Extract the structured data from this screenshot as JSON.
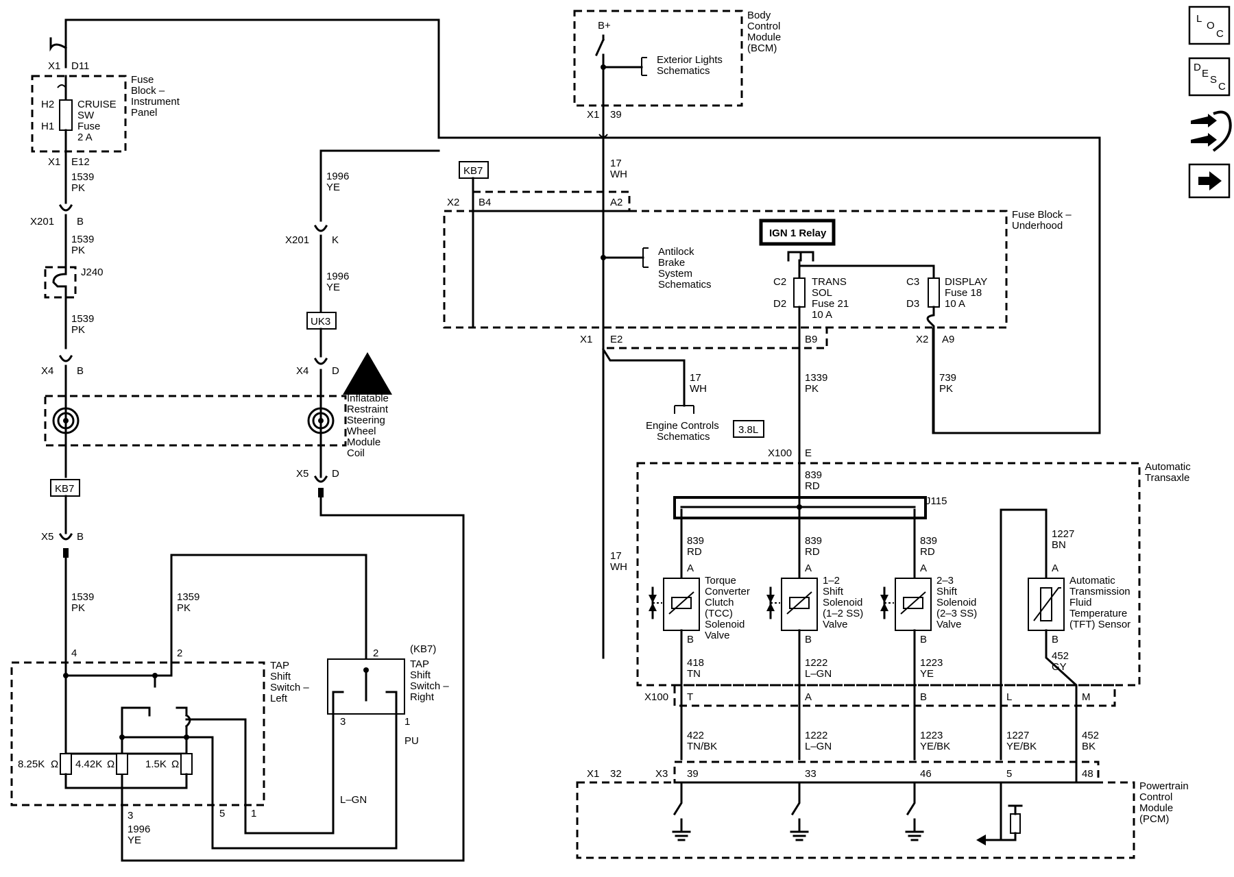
{
  "nav": {
    "loc_icon": "loc-icon",
    "desc_icon": "desc-icon",
    "diag_icon": "diagnostic-tools-icon",
    "next_icon": "arrow-right-icon",
    "loc": [
      "L",
      "O",
      "C"
    ],
    "desc": [
      "D",
      "E",
      "S",
      "C"
    ]
  },
  "modules": {
    "fuse_ip": [
      "Fuse",
      "Block –",
      "Instrument",
      "Panel"
    ],
    "bcm": [
      "Body",
      "Control",
      "Module",
      "(BCM)"
    ],
    "fuse_uh": [
      "Fuse Block –",
      "Underhood"
    ],
    "coil": [
      "Inflatable",
      "Restraint",
      "Steering",
      "Wheel",
      "Module",
      "Coil"
    ],
    "transaxle": [
      "Automatic",
      "Transaxle"
    ],
    "pcm": [
      "Powertrain",
      "Control",
      "Module",
      "(PCM)"
    ],
    "tap_left": [
      "TAP",
      "Shift",
      "Switch –",
      "Left"
    ],
    "tap_right": [
      "(KB7)",
      "TAP",
      "Shift",
      "Switch –",
      "Right"
    ]
  },
  "refs": {
    "exterior": [
      "Exterior Lights",
      "Schematics"
    ],
    "abs": [
      "Antilock",
      "Brake",
      "System",
      "Schematics"
    ],
    "engine": [
      "Engine Controls",
      "Schematics"
    ]
  },
  "options": {
    "kb7": "KB7",
    "uk3": "UK3",
    "l38": "3.8L"
  },
  "fuses": {
    "cruise": [
      "CRUISE",
      "SW",
      "Fuse",
      "2 A"
    ],
    "trans": [
      "TRANS",
      "SOL",
      "Fuse 21",
      "10 A"
    ],
    "display": [
      "DISPLAY",
      "Fuse 18",
      "10 A"
    ]
  },
  "relay": "IGN 1 Relay",
  "components": {
    "tcc": [
      "Torque",
      "Converter",
      "Clutch",
      "(TCC)",
      "Solenoid",
      "Valve"
    ],
    "ss12": [
      "1–2",
      "Shift",
      "Solenoid",
      "(1–2 SS)",
      "Valve"
    ],
    "ss23": [
      "2–3",
      "Shift",
      "Solenoid",
      "(2–3 SS)",
      "Valve"
    ],
    "tft": [
      "Automatic",
      "Transmission",
      "Fluid",
      "Temperature",
      "(TFT) Sensor"
    ],
    "bplus": "B+",
    "j240": "J240",
    "j115": "J115",
    "res1": "8.25K",
    "res2": "4.42K",
    "res3": "1.5K",
    "ohm": "Ω"
  },
  "wires": {
    "c1539": "1539",
    "pk": "PK",
    "c1996": "1996",
    "ye": "YE",
    "c17": "17",
    "wh": "WH",
    "c1339": "1339",
    "c739": "739",
    "c839": "839",
    "rd": "RD",
    "c1227": "1227",
    "bn": "BN",
    "c1359": "1359",
    "c418": "418",
    "tn": "TN",
    "c1222": "1222",
    "lgn": "L–GN",
    "c1223": "1223",
    "c452": "452",
    "gy": "GY",
    "c422": "422",
    "tnbk": "TN/BK",
    "yebk": "YE/BK",
    "bk": "BK",
    "pu": "PU"
  },
  "connectors": {
    "x1": "X1",
    "x2": "X2",
    "x3": "X3",
    "x4": "X4",
    "x5": "X5",
    "x100": "X100",
    "x201": "X201",
    "h1": "H1",
    "h2": "H2",
    "d11": "D11",
    "e12": "E12",
    "b": "B",
    "k": "K",
    "d": "D",
    "p39": "39",
    "b4": "B4",
    "a2": "A2",
    "e2": "E2",
    "c2": "C2",
    "d2": "D2",
    "c3": "C3",
    "d3": "D3",
    "b9": "B9",
    "a9": "A9",
    "e": "E",
    "a": "A",
    "t": "T",
    "l": "L",
    "m": "M",
    "p32": "32",
    "p33": "33",
    "p46": "46",
    "p5": "5",
    "p48": "48",
    "p1": "1",
    "p2": "2",
    "p3": "3",
    "p4": "4"
  }
}
